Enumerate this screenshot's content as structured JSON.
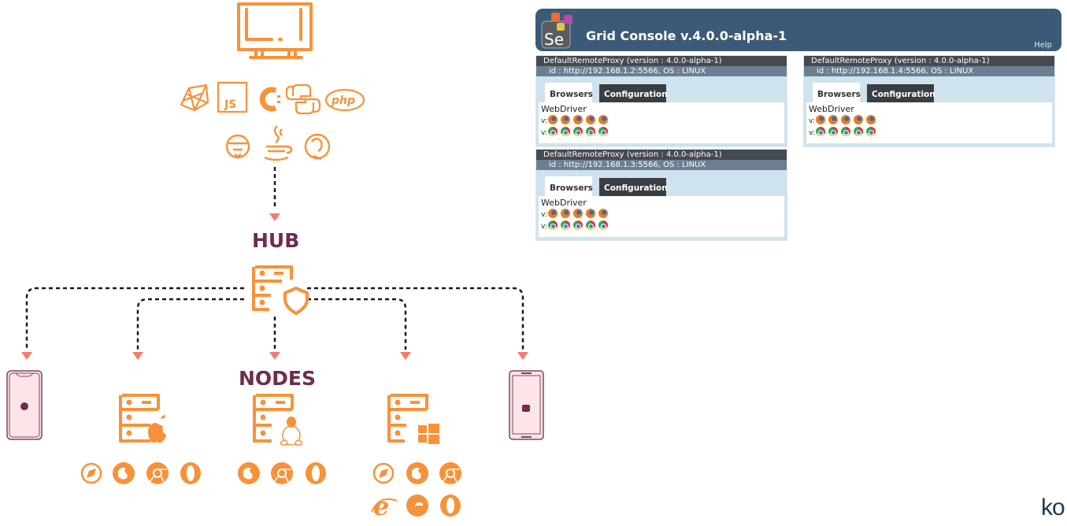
{
  "diagram": {
    "hub_label": "HUB",
    "nodes_label": "NODES",
    "client": {
      "icon": "monitor-icon",
      "languages_row1": [
        "ruby-icon",
        "javascript-icon",
        "csharp-icon",
        "python-icon",
        "php-icon"
      ],
      "languages_row2": [
        "robot-framework-icon",
        "java-icon",
        "jenkins-icon"
      ],
      "js_text": "JS",
      "php_text": "php"
    },
    "hub": {
      "icon": "server-shield-icon"
    },
    "nodes": [
      {
        "name": "ios-device",
        "icon": "iphone-icon",
        "os": "apple",
        "browsers": []
      },
      {
        "name": "mac-node",
        "icon": "server-apple-icon",
        "os": "macos",
        "browsers": [
          "safari",
          "firefox",
          "chrome",
          "opera"
        ]
      },
      {
        "name": "linux-node",
        "icon": "server-linux-icon",
        "os": "linux",
        "browsers": [
          "firefox",
          "chrome",
          "opera"
        ]
      },
      {
        "name": "windows-node",
        "icon": "server-windows-icon",
        "os": "windows",
        "browsers": [
          "safari",
          "firefox",
          "chrome",
          "internet-explorer",
          "edge",
          "opera"
        ]
      },
      {
        "name": "android-device",
        "icon": "android-phone-icon",
        "os": "android",
        "browsers": []
      }
    ],
    "colors": {
      "icon": "#f7923a",
      "arrow": "#f47b6e",
      "label": "#6e2c4e",
      "line": "#1a1a1a"
    }
  },
  "console": {
    "title": "Grid Console v.4.0.0-alpha-1",
    "logo_text": "Se",
    "help_label": "Help",
    "proxies": [
      {
        "title": "DefaultRemoteProxy (version : 4.0.0-alpha-1)",
        "id_line": "id : http://192.168.1.2:5566, OS : LINUX",
        "tabs": [
          "Browsers",
          "Configuration"
        ],
        "protocol": "WebDriver",
        "rows": [
          {
            "prefix": "v:",
            "browser": "firefox",
            "count": 5
          },
          {
            "prefix": "v:",
            "browser": "chrome",
            "count": 5
          }
        ]
      },
      {
        "title": "DefaultRemoteProxy (version : 4.0.0-alpha-1)",
        "id_line": "id : http://192.168.1.4:5566, OS : LINUX",
        "tabs": [
          "Browsers",
          "Configuration"
        ],
        "protocol": "WebDriver",
        "rows": [
          {
            "prefix": "v:",
            "browser": "firefox",
            "count": 5
          },
          {
            "prefix": "v:",
            "browser": "chrome",
            "count": 5
          }
        ]
      },
      {
        "title": "DefaultRemoteProxy (version : 4.0.0-alpha-1)",
        "id_line": "id : http://192.168.1.3:5566, OS : LINUX",
        "tabs": [
          "Browsers",
          "Configuration"
        ],
        "protocol": "WebDriver",
        "rows": [
          {
            "prefix": "v:",
            "browser": "firefox",
            "count": 5
          },
          {
            "prefix": "v:",
            "browser": "chrome",
            "count": 5
          }
        ]
      }
    ]
  },
  "brand": {
    "text": "ko"
  }
}
